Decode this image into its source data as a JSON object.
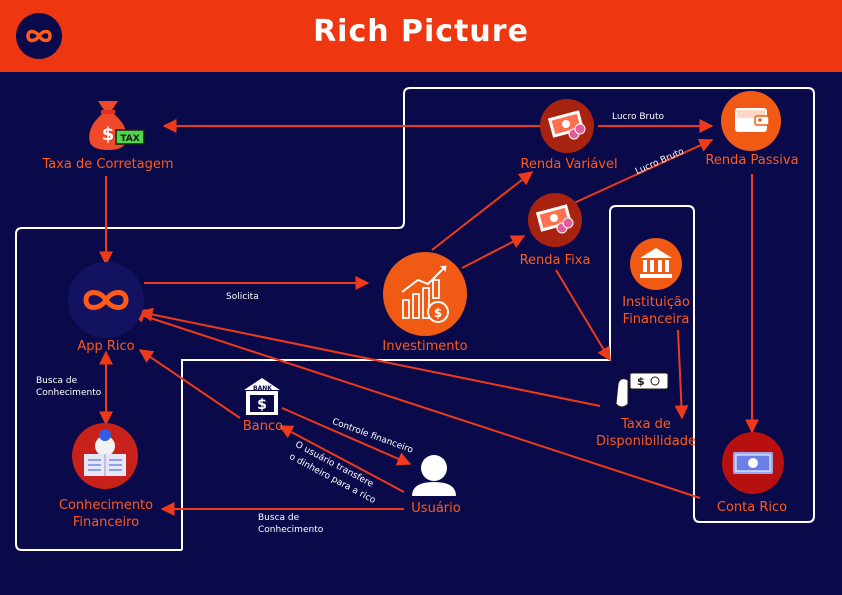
{
  "header": {
    "title": "Rich Picture",
    "logo_icon": "infinity-icon"
  },
  "colors": {
    "background": "#0a0a4a",
    "header": "#ee3710",
    "accent": "#ff5a1a",
    "arrow": "#ee3a1a",
    "border": "#ffffff"
  },
  "nodes": {
    "taxa_corretagem": {
      "label": "Taxa de Corretagem",
      "icon": "tax-money-bag-icon"
    },
    "renda_variavel": {
      "label": "Renda Variável",
      "icon": "money-coins-icon"
    },
    "renda_passiva": {
      "label": "Renda Passiva",
      "icon": "wallet-icon"
    },
    "renda_fixa": {
      "label": "Renda Fixa",
      "icon": "money-coins-icon"
    },
    "app_rico": {
      "label": "App Rico",
      "icon": "infinity-icon"
    },
    "investimento": {
      "label": "Investimento",
      "icon": "growth-chart-icon"
    },
    "instituicao": {
      "label_1": "Instituição",
      "label_2": "Financeira",
      "icon": "bank-building-icon"
    },
    "taxa_disponibilidade": {
      "label_1": "Taxa de",
      "label_2": "Disponibilidade",
      "icon": "hand-money-icon"
    },
    "banco": {
      "label": "Banco",
      "icon": "bank-icon",
      "icon_text": "BANK"
    },
    "conhecimento": {
      "label_1": "Conhecimento",
      "label_2": "Financeiro",
      "icon": "person-reading-icon"
    },
    "usuario": {
      "label": "Usuário",
      "icon": "user-icon"
    },
    "conta_rico": {
      "label": "Conta Rico",
      "icon": "banknote-icon"
    }
  },
  "edges": {
    "lucro_bruto_1": "Lucro Bruto",
    "lucro_bruto_2": "Lucro Bruto",
    "solicita": "Solicita",
    "busca_1_line1": "Busca de",
    "busca_1_line2": "Conhecimento",
    "busca_2_line1": "Busca de",
    "busca_2_line2": "Conhecimento",
    "controle": "Controle financeiro",
    "transfere_line1": "O usuário transfere",
    "transfere_line2": "o dinheiro para a rico"
  }
}
